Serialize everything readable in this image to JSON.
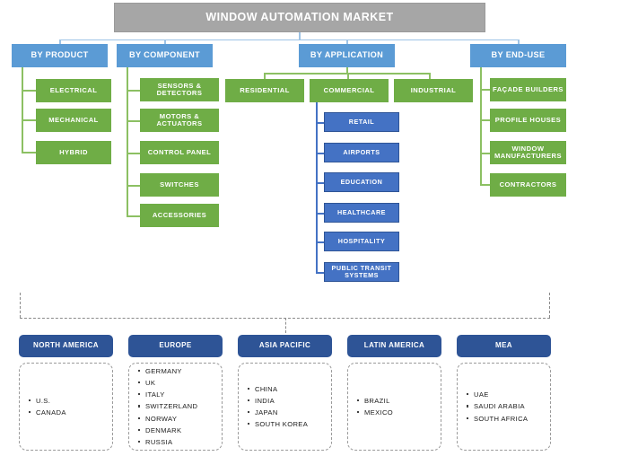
{
  "title": "WINDOW AUTOMATION MARKET",
  "segments": [
    {
      "key": "product",
      "header": "BY PRODUCT",
      "items": [
        "ELECTRICAL",
        "MECHANICAL",
        "HYBRID"
      ]
    },
    {
      "key": "component",
      "header": "BY COMPONENT",
      "items": [
        "SENSORS & DETECTORS",
        "MOTORS & ACTUATORS",
        "CONTROL PANEL",
        "SWITCHES",
        "ACCESSORIES"
      ]
    },
    {
      "key": "application",
      "header": "BY APPLICATION",
      "items": [
        "RESIDENTIAL",
        "COMMERCIAL",
        "INDUSTRIAL"
      ],
      "commercial_children": [
        "RETAIL",
        "AIRPORTS",
        "EDUCATION",
        "HEALTHCARE",
        "HOSPITALITY",
        "PUBLIC TRANSIT SYSTEMS"
      ]
    },
    {
      "key": "enduse",
      "header": "BY END-USE",
      "items": [
        "FAÇADE BUILDERS",
        "PROFILE HOUSES",
        "WINDOW MANUFACTURERS",
        "CONTRACTORS"
      ]
    }
  ],
  "regions": [
    {
      "name": "NORTH AMERICA",
      "countries": [
        "U.S.",
        "CANADA"
      ]
    },
    {
      "name": "EUROPE",
      "countries": [
        "GERMANY",
        "UK",
        "ITALY",
        "SWITZERLAND",
        "NORWAY",
        "DENMARK",
        "RUSSIA"
      ]
    },
    {
      "name": "ASIA PACIFIC",
      "countries": [
        "CHINA",
        "INDIA",
        "JAPAN",
        "SOUTH KOREA"
      ]
    },
    {
      "name": "LATIN AMERICA",
      "countries": [
        "BRAZIL",
        "MEXICO"
      ]
    },
    {
      "name": "MEA",
      "countries": [
        "UAE",
        "SAUDI ARABIA",
        "SOUTH AFRICA"
      ]
    }
  ],
  "colors": {
    "title_bar": "#a6a6a6",
    "header_blue": "#5b9bd5",
    "green": "#6fad46",
    "sub_blue": "#4472c4",
    "region_blue": "#2e5496",
    "connector_blue": "#9dc3e6",
    "connector_green": "#8cc063"
  }
}
